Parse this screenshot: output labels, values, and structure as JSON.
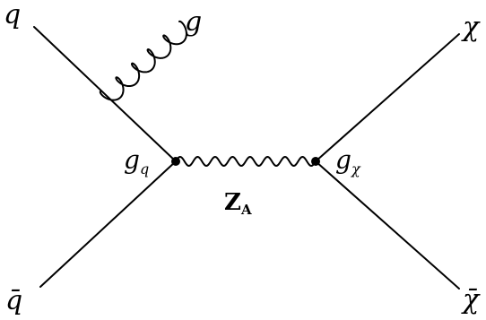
{
  "diagram": {
    "labels": {
      "quark": "q",
      "antiquark": "q̄",
      "gluon": "g",
      "coupling_q_main": "g",
      "coupling_q_sub": "q",
      "mediator_main": "Z",
      "mediator_sub": "A",
      "coupling_chi_main": "g",
      "coupling_chi_sub": "χ",
      "chi": "χ",
      "chibar": "χ̄"
    }
  }
}
